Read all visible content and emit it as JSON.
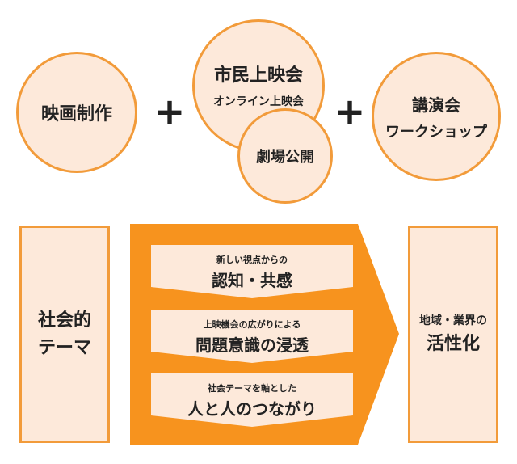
{
  "colors": {
    "accent": "#f29b3a",
    "fill_light": "#fde9da",
    "text": "#222222"
  },
  "top": {
    "circle_film": "映画制作",
    "plus_1": "+",
    "circle_screening": {
      "title": "市民上映会",
      "subtitle": "オンライン上映会"
    },
    "circle_theater": "劇場公開",
    "plus_2": "+",
    "circle_lecture": {
      "title": "講演会",
      "subtitle": "ワークショップ"
    }
  },
  "bottom": {
    "left_box": {
      "line1": "社会的",
      "line2": "テーマ"
    },
    "steps": [
      {
        "small": "新しい視点からの",
        "big": "認知・共感"
      },
      {
        "small": "上映機会の広がりによる",
        "big": "問題意識の浸透"
      },
      {
        "small": "社会テーマを軸とした",
        "big": "人と人のつながり"
      }
    ],
    "right_box": {
      "line1": "地域・業界の",
      "line2": "活性化"
    }
  }
}
